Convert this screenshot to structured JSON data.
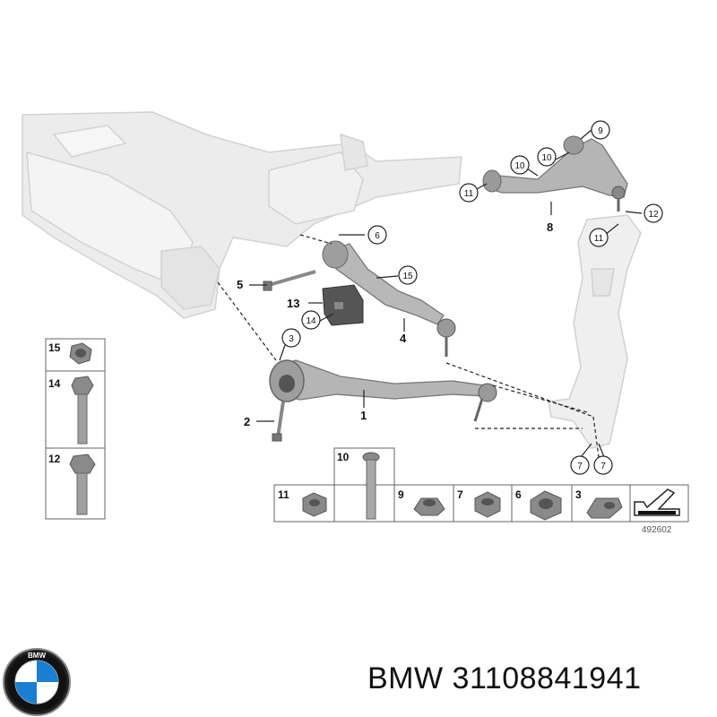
{
  "diagram": {
    "reference_number": "492602",
    "callouts": {
      "c1": "1",
      "c2": "2",
      "c3": "3",
      "c4": "4",
      "c5": "5",
      "c6": "6",
      "c7a": "7",
      "c7b": "7",
      "c8": "8",
      "c9": "9",
      "c10": "10",
      "c11a": "11",
      "c11b": "11",
      "c12": "12",
      "c13": "13",
      "c14": "14",
      "c15": "15"
    },
    "left_parts_table": [
      {
        "number": "15",
        "part": "nut"
      },
      {
        "number": "14",
        "part": "bolt"
      },
      {
        "number": "12",
        "part": "bolt"
      }
    ],
    "bottom_parts_table": [
      {
        "number": "11",
        "part": "nut"
      },
      {
        "number": "10",
        "part": "bolt"
      },
      {
        "number": "9",
        "part": "nut"
      },
      {
        "number": "7",
        "part": "nut"
      },
      {
        "number": "6",
        "part": "nut"
      },
      {
        "number": "3",
        "part": "washer"
      }
    ]
  },
  "caption": {
    "text": "BMW 31108841941"
  },
  "logo": {
    "letters": "BMW",
    "colors": {
      "blue": "#1a7fd0",
      "white": "#ffffff",
      "black": "#111111"
    }
  }
}
